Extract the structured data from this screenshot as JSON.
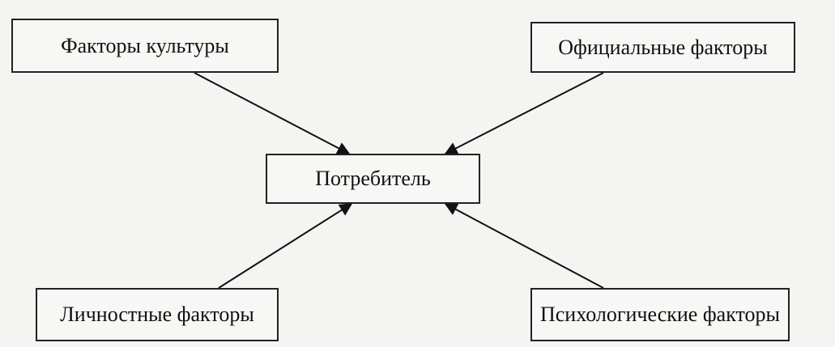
{
  "diagram": {
    "nodes": {
      "culture": "Факторы культуры",
      "official": "Официальные факторы",
      "consumer": "Потребитель",
      "personal": "Личностные факторы",
      "psych": "Психологические факторы"
    },
    "edges": [
      {
        "from": "culture",
        "to": "consumer"
      },
      {
        "from": "official",
        "to": "consumer"
      },
      {
        "from": "personal",
        "to": "consumer"
      },
      {
        "from": "psych",
        "to": "consumer"
      }
    ]
  }
}
